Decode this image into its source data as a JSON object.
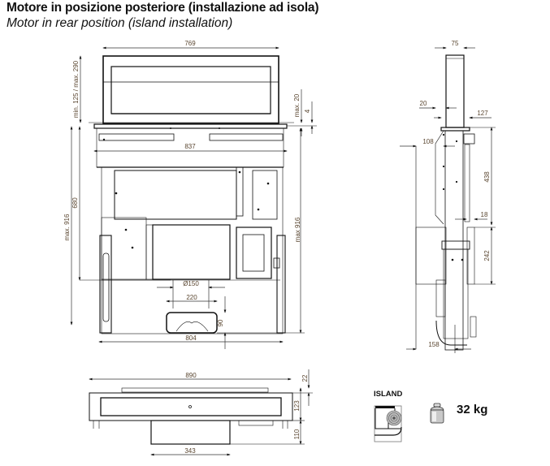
{
  "title": {
    "italian": "Motore in posizione posteriore (installazione ad isola)",
    "english": "Motor in rear position (island installation)"
  },
  "front_view": {
    "width_top": "769",
    "height_chimney": "min. 125 / max. 290",
    "max_20": "max. 20",
    "gap_4": "4",
    "width_hob": "837",
    "height_total_left": "max. 916",
    "height_680": "680",
    "height_total_right": "max 916",
    "diameter": "Ø150",
    "width_outlet": "220",
    "height_outlet": "90",
    "width_bottom": "804"
  },
  "side_view": {
    "width_75": "75",
    "offset_20": "20",
    "width_127": "127",
    "offset_108": "108",
    "height_438": "438",
    "offset_18": "18",
    "height_242": "242",
    "width_158": "158"
  },
  "plan_view": {
    "width_890": "890",
    "depth_22": "22",
    "depth_123": "123",
    "depth_110": "110",
    "width_343": "343"
  },
  "installation": {
    "type_label": "ISLAND",
    "icon": "island-hob-icon"
  },
  "weight": {
    "icon": "weight-icon",
    "value": "32 kg"
  }
}
